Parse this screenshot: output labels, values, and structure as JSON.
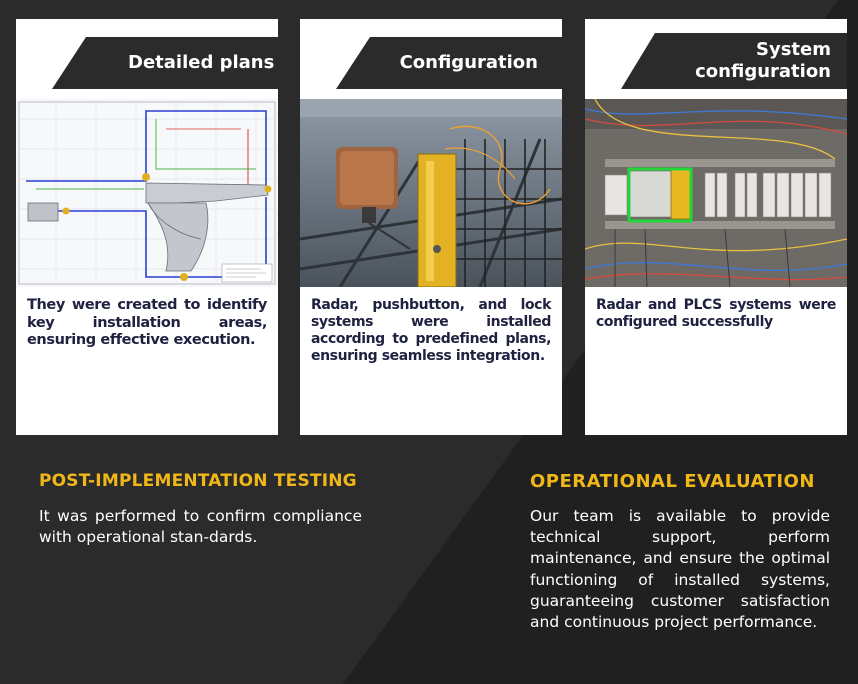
{
  "cards": [
    {
      "title_lines": [
        "Detailed plans"
      ],
      "image": "floor-plan-drawing",
      "text": "They were created to identify key installation areas, ensuring effective execution."
    },
    {
      "title_lines": [
        "Configuration"
      ],
      "image": "radar-sensor-installation-photo",
      "text": "Radar, pushbutton, and lock systems were installed according to predefined plans, ensuring seamless integration."
    },
    {
      "title_lines": [
        "System",
        "configuration"
      ],
      "image": "electrical-panel-plc-photo",
      "text": "Radar and PLCS systems were configured successfully"
    }
  ],
  "sections": [
    {
      "title": "POST-IMPLEMENTATION TESTING",
      "body": "It was performed to confirm compliance with operational stan-dards."
    },
    {
      "title": "OPERATIONAL EVALUATION",
      "body": "Our team is available to provide technical support, perform maintenance, and ensure the optimal functioning of installed systems, guaranteeing customer satisfaction and continuous project performance."
    }
  ],
  "colors": {
    "background_dark": "#2b2b2b",
    "background_darker": "#1f1f1f",
    "accent_yellow": "#f0b718",
    "card_text_navy": "#1e2140"
  }
}
